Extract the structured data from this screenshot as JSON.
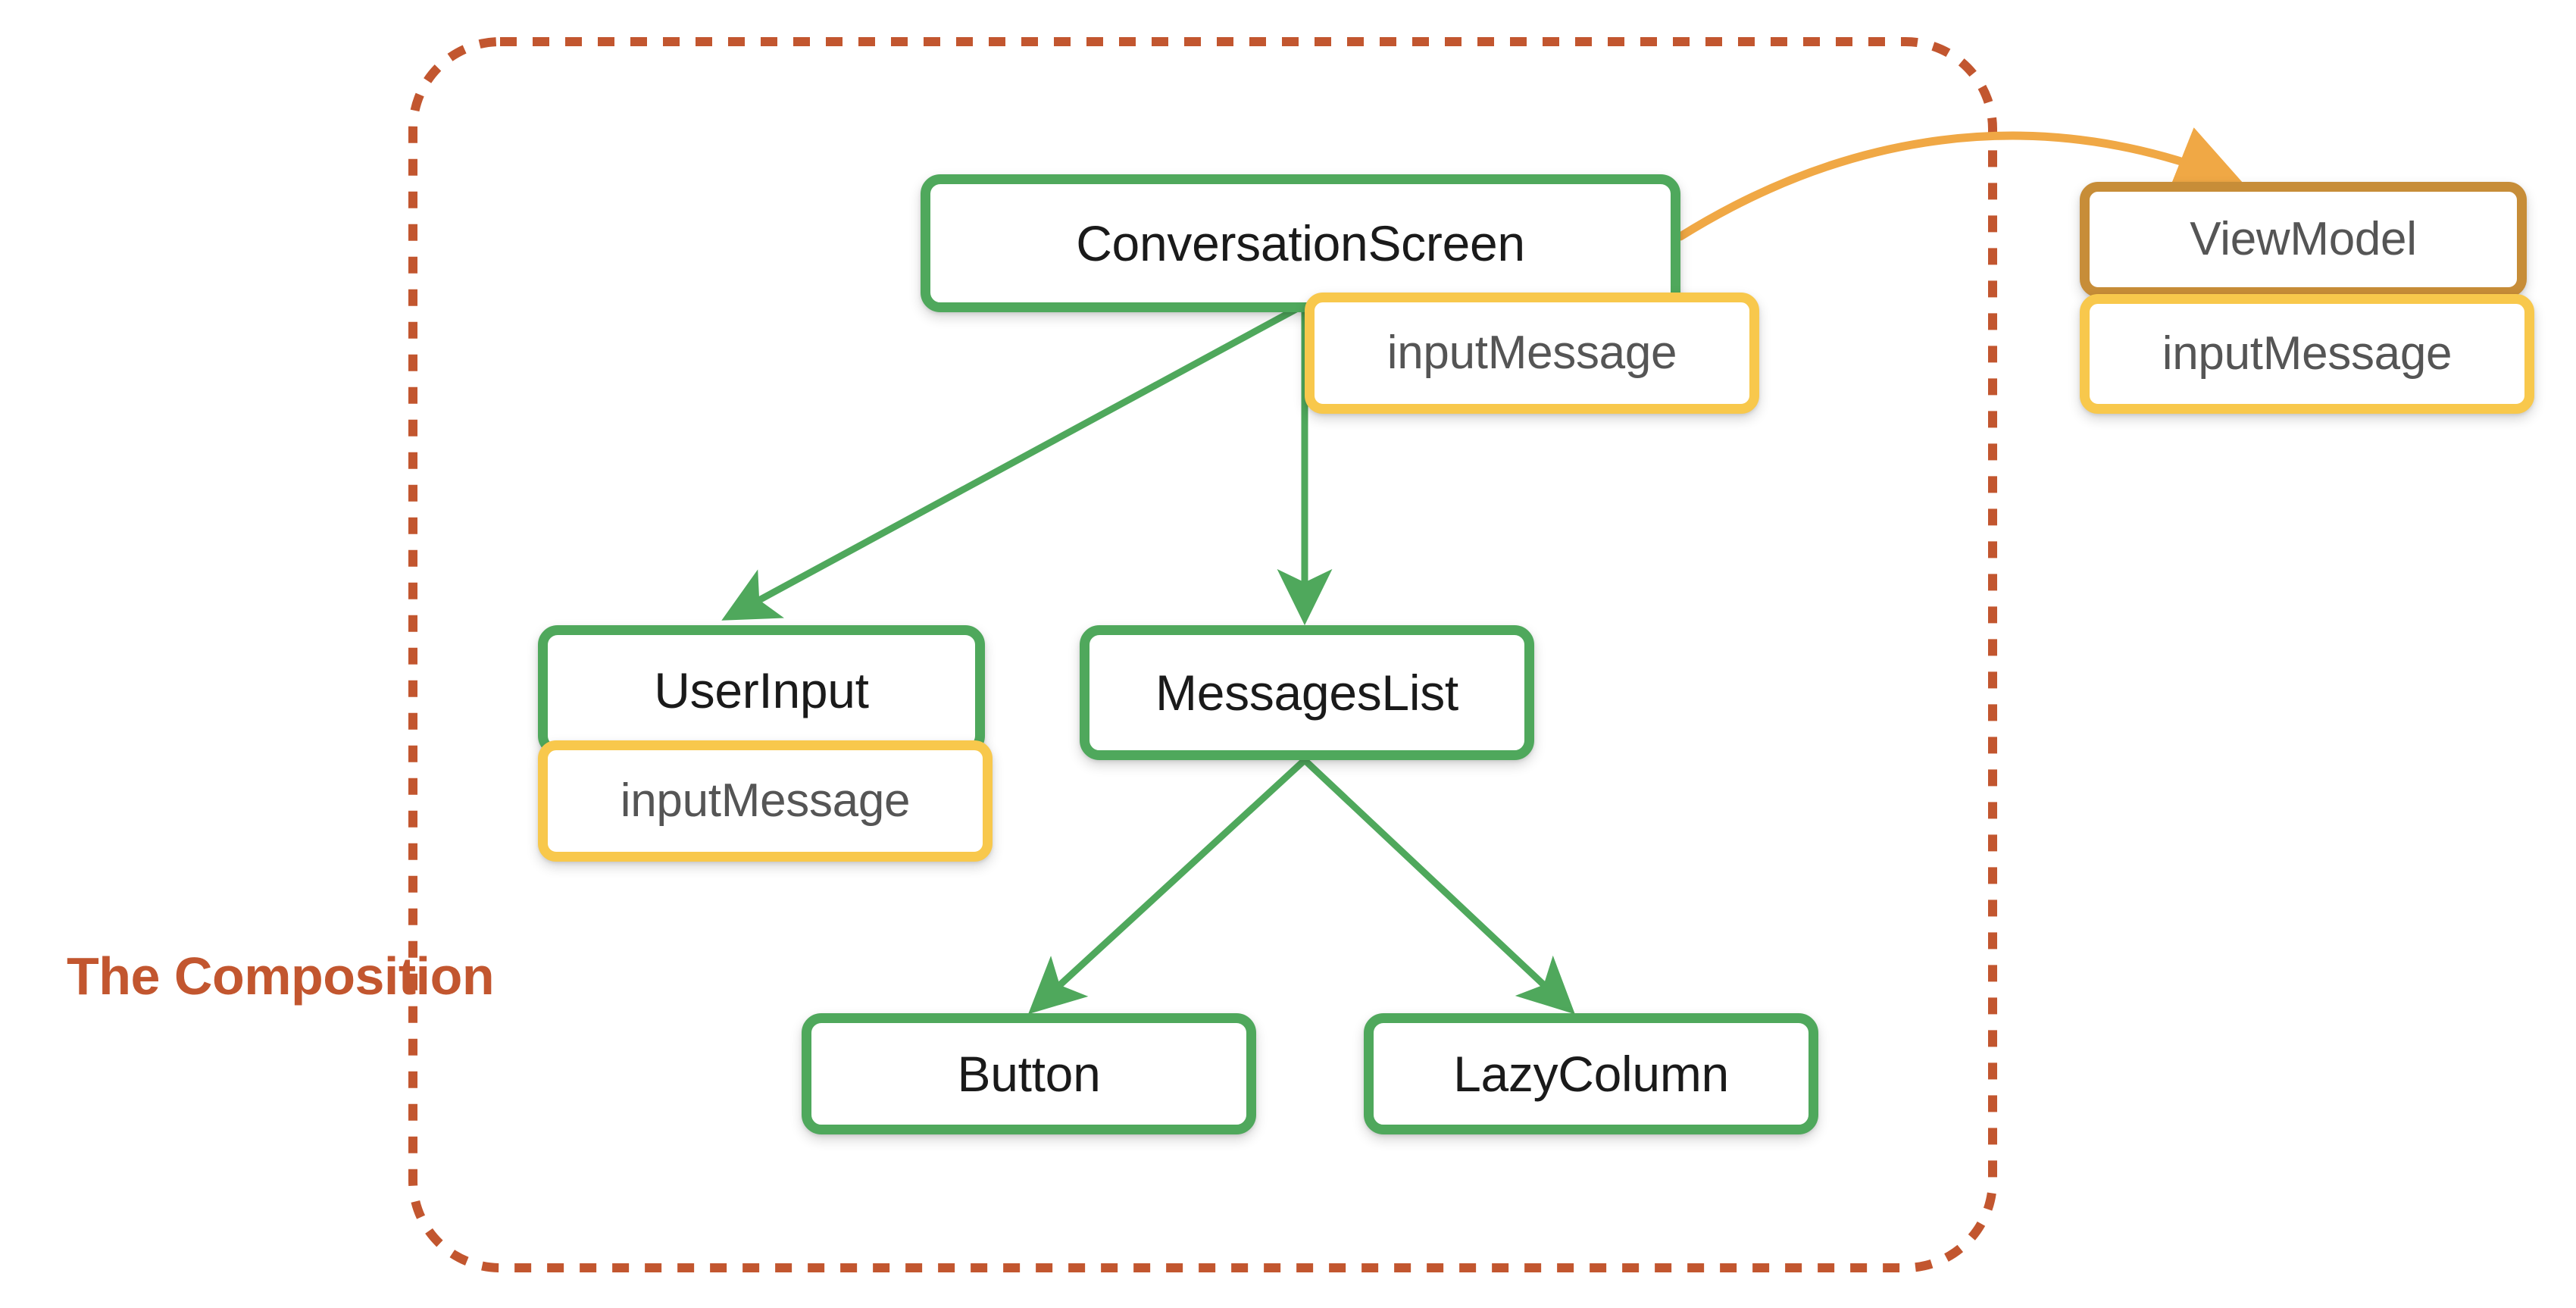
{
  "diagram": {
    "title_caption": "The Composition",
    "colors": {
      "composable_border": "#4FA85C",
      "state_border": "#F8C84C",
      "viewmodel_border": "#C78D38",
      "composition_boundary": "#C2562F",
      "state_hoist_arrow": "#F0A845",
      "background": "#FFFFFF",
      "node_label": "#1A1A1A",
      "state_label": "#555555"
    },
    "boundary": {
      "name": "The Composition",
      "style": "dashed-rounded-rect",
      "color": "#C2562F"
    },
    "nodes": [
      {
        "id": "conversation-screen",
        "label": "ConversationScreen",
        "kind": "composable"
      },
      {
        "id": "conversation-screen-state",
        "label": "inputMessage",
        "kind": "state"
      },
      {
        "id": "user-input",
        "label": "UserInput",
        "kind": "composable"
      },
      {
        "id": "user-input-state",
        "label": "inputMessage",
        "kind": "state"
      },
      {
        "id": "messages-list",
        "label": "MessagesList",
        "kind": "composable"
      },
      {
        "id": "button",
        "label": "Button",
        "kind": "composable"
      },
      {
        "id": "lazy-column",
        "label": "LazyColumn",
        "kind": "composable"
      },
      {
        "id": "view-model",
        "label": "ViewModel",
        "kind": "viewmodel"
      },
      {
        "id": "view-model-state",
        "label": "inputMessage",
        "kind": "state"
      }
    ],
    "edges": [
      {
        "from": "conversation-screen",
        "to": "user-input",
        "color": "#4FA85C",
        "style": "straight"
      },
      {
        "from": "conversation-screen",
        "to": "messages-list",
        "color": "#4FA85C",
        "style": "straight"
      },
      {
        "from": "messages-list",
        "to": "button",
        "color": "#4FA85C",
        "style": "straight"
      },
      {
        "from": "messages-list",
        "to": "lazy-column",
        "color": "#4FA85C",
        "style": "straight"
      },
      {
        "from": "conversation-screen",
        "to": "view-model",
        "color": "#F0A845",
        "style": "curved"
      }
    ]
  }
}
